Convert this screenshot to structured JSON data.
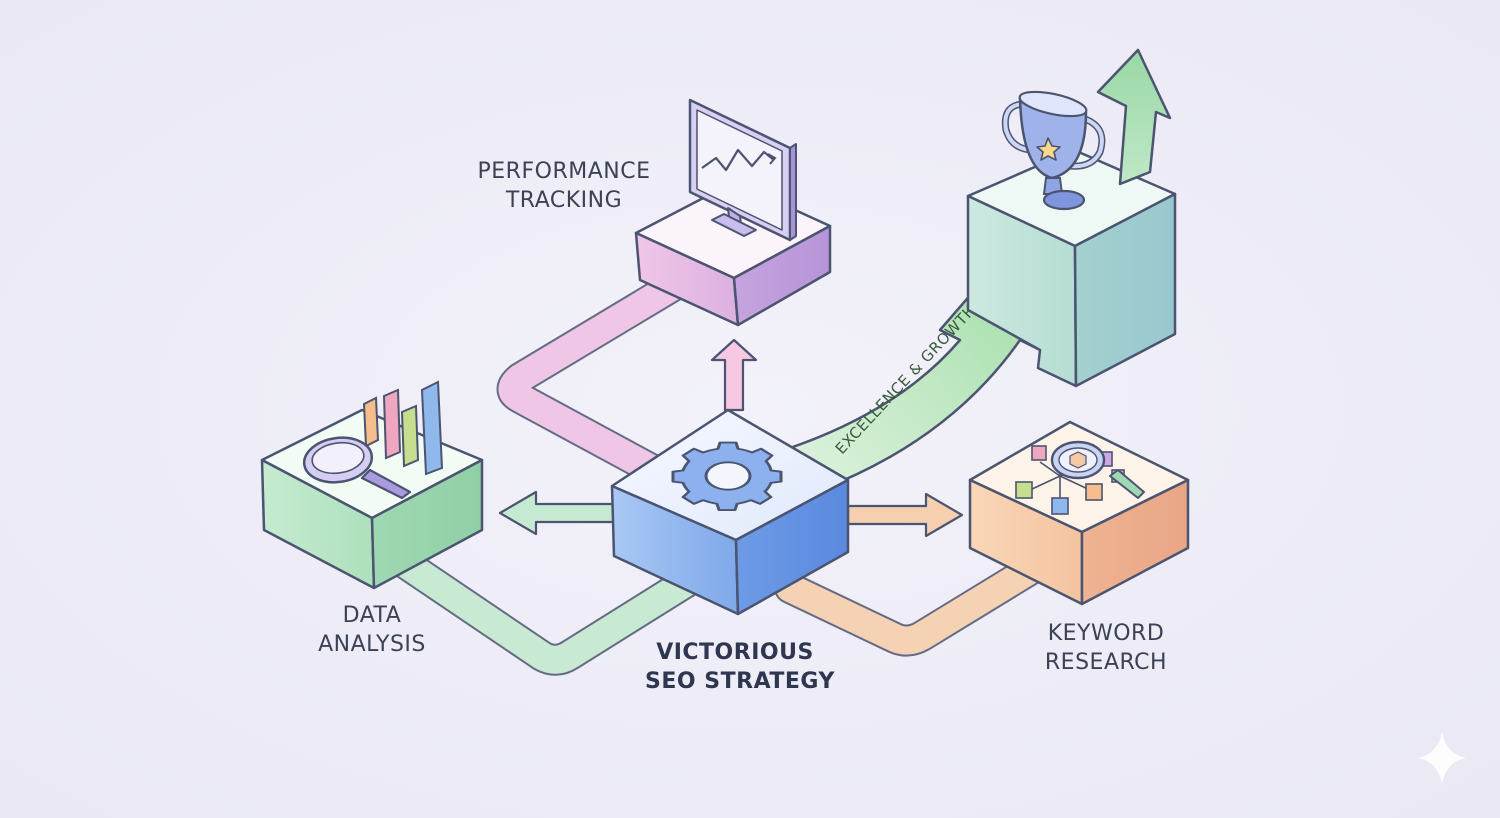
{
  "nodes": {
    "center": {
      "line1": "VICTORIOUS",
      "line2": "SEO STRATEGY",
      "color": "#8db6ee"
    },
    "performance": {
      "line1": "PERFORMANCE",
      "line2": "TRACKING",
      "color": "#e6b8e0"
    },
    "data": {
      "line1": "DATA",
      "line2": "ANALYSIS",
      "color": "#b7e3c4"
    },
    "keyword": {
      "line1": "KEYWORD",
      "line2": "RESEARCH",
      "color": "#f6c9a6"
    },
    "goal": {
      "color": "#b9e2d4"
    }
  },
  "growth_arrow": {
    "label": "EXCELLENCE & GROWTH",
    "color": "#a7dfa9"
  },
  "icons": [
    "gear-icon",
    "monitor-chart-icon",
    "magnifier-icon",
    "bar-chart-icon",
    "keyword-cubes-icon",
    "trophy-icon",
    "up-arrow-icon",
    "sparkle-icon"
  ]
}
